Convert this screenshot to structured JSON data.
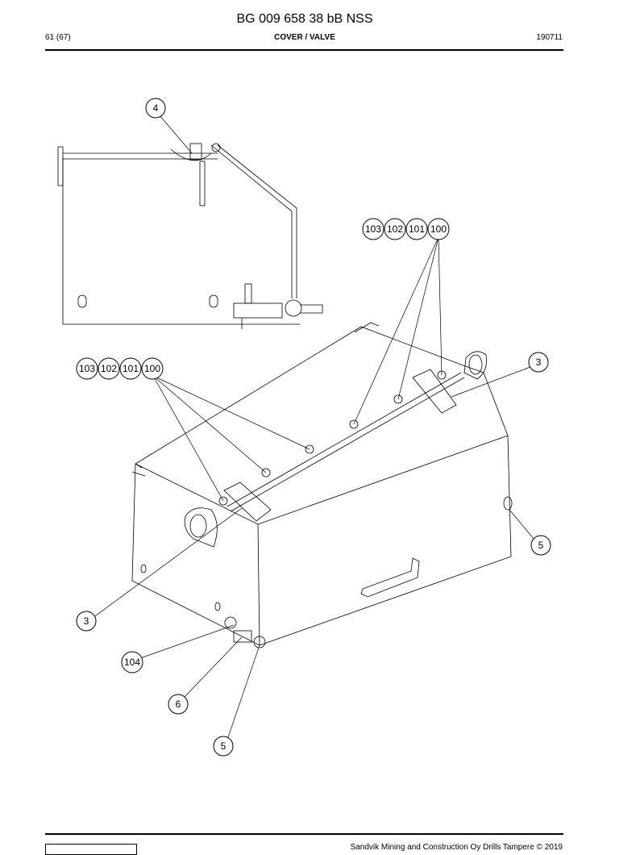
{
  "header": {
    "doc_number": "BG 009 658 38 bB NSS",
    "page": "61 (67)",
    "section": "COVER / VALVE",
    "date": "190711"
  },
  "callouts": {
    "c4": "4",
    "c3_right": "3",
    "c3_left": "3",
    "c5_right": "5",
    "c5_bottom": "5",
    "c6": "6",
    "c104": "104",
    "group_top": [
      "103",
      "102",
      "101",
      "100"
    ],
    "group_left": [
      "103",
      "102",
      "101",
      "100"
    ]
  },
  "footer": {
    "copyright": "Sandvik Mining and Construction Oy Drills Tampere © 2019"
  }
}
